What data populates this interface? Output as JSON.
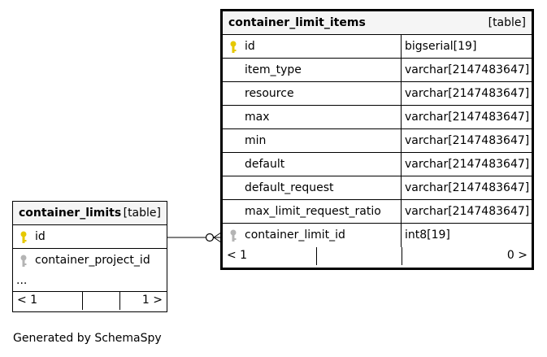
{
  "tables": {
    "container_limit_items": {
      "name": "container_limit_items",
      "kind": "[table]",
      "columns": [
        {
          "name": "id",
          "type": "bigserial[19]",
          "key": "primary"
        },
        {
          "name": "item_type",
          "type": "varchar[2147483647]",
          "key": "none"
        },
        {
          "name": "resource",
          "type": "varchar[2147483647]",
          "key": "none"
        },
        {
          "name": "max",
          "type": "varchar[2147483647]",
          "key": "none"
        },
        {
          "name": "min",
          "type": "varchar[2147483647]",
          "key": "none"
        },
        {
          "name": "default",
          "type": "varchar[2147483647]",
          "key": "none"
        },
        {
          "name": "default_request",
          "type": "varchar[2147483647]",
          "key": "none"
        },
        {
          "name": "max_limit_request_ratio",
          "type": "varchar[2147483647]",
          "key": "none"
        },
        {
          "name": "container_limit_id",
          "type": "int8[19]",
          "key": "foreign"
        }
      ],
      "footer_left": "< 1",
      "footer_right": "0 >"
    },
    "container_limits": {
      "name": "container_limits",
      "kind": "[table]",
      "columns": [
        {
          "name": "id",
          "key": "primary"
        },
        {
          "name": "container_project_id",
          "key": "foreign"
        }
      ],
      "more": "...",
      "footer_left": "< 1",
      "footer_right": "1 >"
    }
  },
  "colors": {
    "primary_key": "#e6c800",
    "foreign_key": "#b4b4b4",
    "header_bg": "#f5f5f5",
    "line": "#000000"
  },
  "footer_text": "Generated by SchemaSpy"
}
